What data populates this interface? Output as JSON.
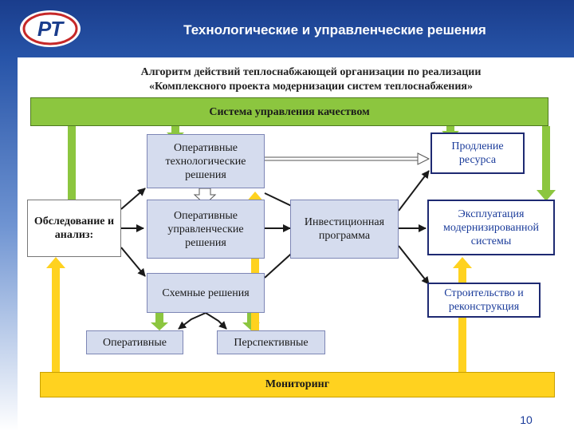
{
  "header": {
    "logo_text": "РТ",
    "title": "Технологические и управленческие решения"
  },
  "subtitle": {
    "line1": "Алгоритм действий теплоснабжающей организации по реализации",
    "line2": "«Комплексного проекта модернизации систем теплоснабжения»"
  },
  "diagram": {
    "quality_system": "Система управления качеством",
    "tech_solutions": "Оперативные технологические решения",
    "resource_extension": "Продление ресурса",
    "survey": "Обследование и анализ:",
    "mgmt_solutions": "Оперативные управленческие решения",
    "investment": "Инвестиционная программа",
    "operation": "Эксплуатация модернизированной системы",
    "schemes": "Схемные решения",
    "construction": "Строительство и реконструкция",
    "operational": "Оперативные",
    "perspective": "Перспективные",
    "monitoring": "Мониторинг"
  },
  "page_number": "10",
  "colors": {
    "header_blue": "#2754a8",
    "green": "#8cc63f",
    "yellow": "#ffd21f",
    "box_blue": "#d5dcee",
    "border_navy": "#1e2a72"
  }
}
